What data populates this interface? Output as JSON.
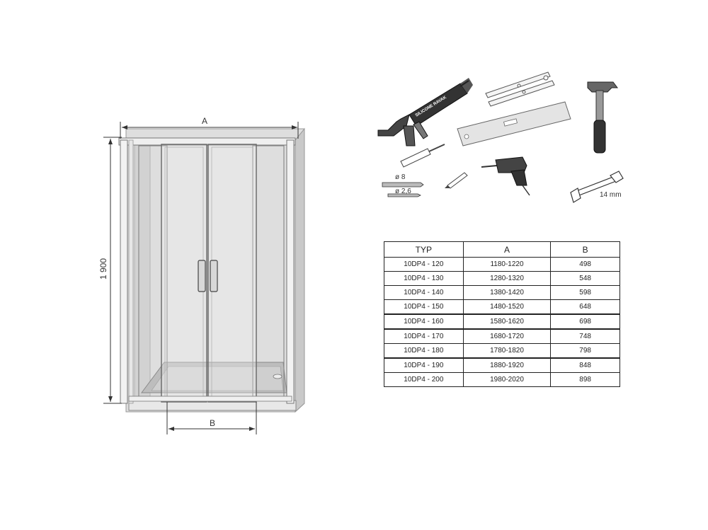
{
  "diagram": {
    "dim_width_label": "A",
    "dim_height_label": "1 900",
    "dim_door_label": "B"
  },
  "tools": {
    "silicone_gun_text": "SILICONE RAVAK",
    "drill_bit_1": "ø 8",
    "drill_bit_2": "ø 2,6",
    "wrench_size": "14 mm",
    "items": [
      "silicone-gun-icon",
      "folding-rule-icon",
      "spirit-level-icon",
      "hammer-icon",
      "screwdriver-icon",
      "drill-bit-icon",
      "pencil-icon",
      "power-drill-icon",
      "wrench-icon"
    ]
  },
  "table": {
    "headers": [
      "TYP",
      "A",
      "B"
    ],
    "rows": [
      [
        "10DP4 - 120",
        "1180-1220",
        "498"
      ],
      [
        "10DP4 - 130",
        "1280-1320",
        "548"
      ],
      [
        "10DP4 - 140",
        "1380-1420",
        "598"
      ],
      [
        "10DP4 - 150",
        "1480-1520",
        "648"
      ],
      [
        "10DP4 - 160",
        "1580-1620",
        "698"
      ],
      [
        "10DP4 - 170",
        "1680-1720",
        "748"
      ],
      [
        "10DP4 - 180",
        "1780-1820",
        "798"
      ],
      [
        "10DP4 - 190",
        "1880-1920",
        "848"
      ],
      [
        "10DP4 - 200",
        "1980-2020",
        "898"
      ]
    ]
  }
}
